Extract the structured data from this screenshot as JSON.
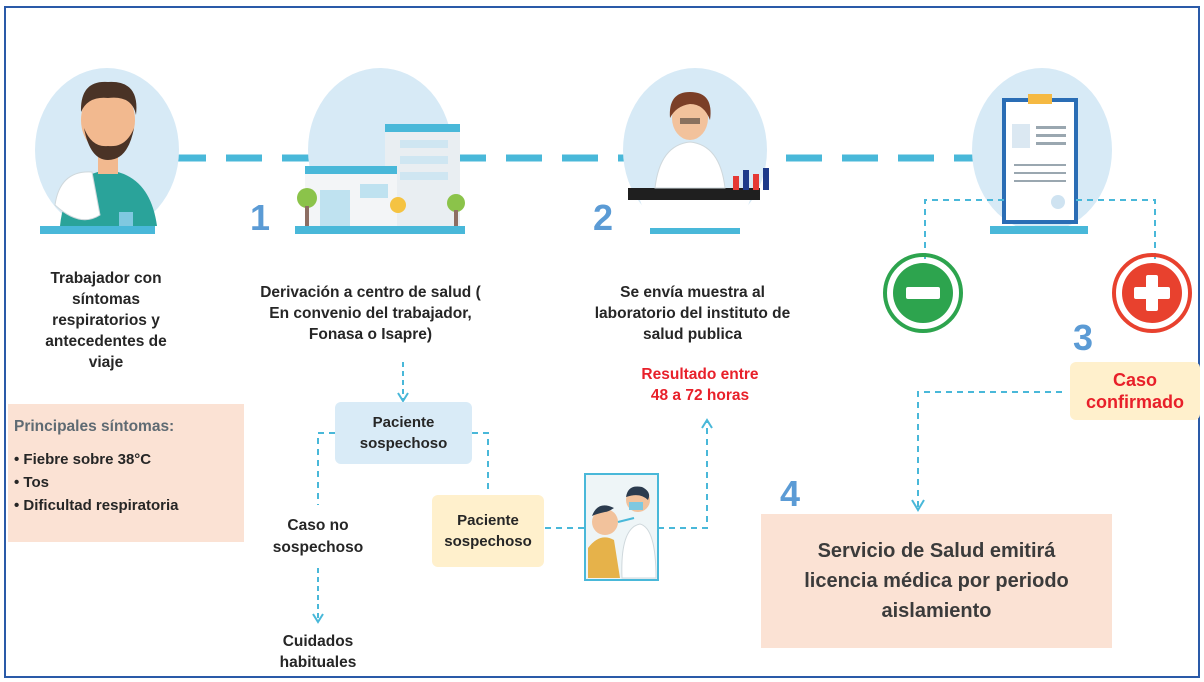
{
  "colors": {
    "line": "#49b8d9",
    "number": "#5b9bd5",
    "circle": "#d7eaf6",
    "symptom_box": "#fbe2d4",
    "suspect_box_blue": "#d9ebf7",
    "suspect_box_yellow": "#fff0cc",
    "negative": "#2da44e",
    "positive": "#e8412e",
    "result_text": "#e8202a"
  },
  "steps": [
    {
      "label": "Trabajador con síntomas respiratorios y antecedentes de viaje",
      "icon": "worker-coughing-icon"
    },
    {
      "number": "1",
      "label": "Derivación a centro de salud ( En convenio del trabajador, Fonasa o Isapre)",
      "icon": "health-center-building-icon"
    },
    {
      "number": "2",
      "label": "Se envía muestra al laboratorio del instituto de salud publica",
      "icon": "lab-scientist-icon"
    },
    {
      "label": "",
      "icon": "medical-report-icon"
    }
  ],
  "result_time": {
    "line1": "Resultado entre",
    "line2": "48 a 72 horas"
  },
  "symptoms": {
    "title": "Principales síntomas:",
    "items": [
      "Fiebre sobre 38°C",
      "Tos",
      "Dificultad respiratoria"
    ]
  },
  "suspect_main": {
    "line1": "Paciente",
    "line2": "sospechoso"
  },
  "suspect_second": {
    "line1": "Paciente",
    "line2": "sospechoso"
  },
  "not_suspect": {
    "line1": "Caso no",
    "line2": "sospechoso"
  },
  "usual_care": {
    "line1": "Cuidados",
    "line2": "habituales"
  },
  "confirmed": {
    "number": "3",
    "line1": "Caso",
    "line2": "confirmado"
  },
  "license": {
    "number": "4",
    "line1": "Servicio de Salud emitirá",
    "line2": "licencia médica por periodo",
    "line3": "aislamiento"
  },
  "icons": {
    "negative": "minus-circle-icon",
    "positive": "plus-circle-icon",
    "swab": "nasal-swab-test-icon"
  }
}
